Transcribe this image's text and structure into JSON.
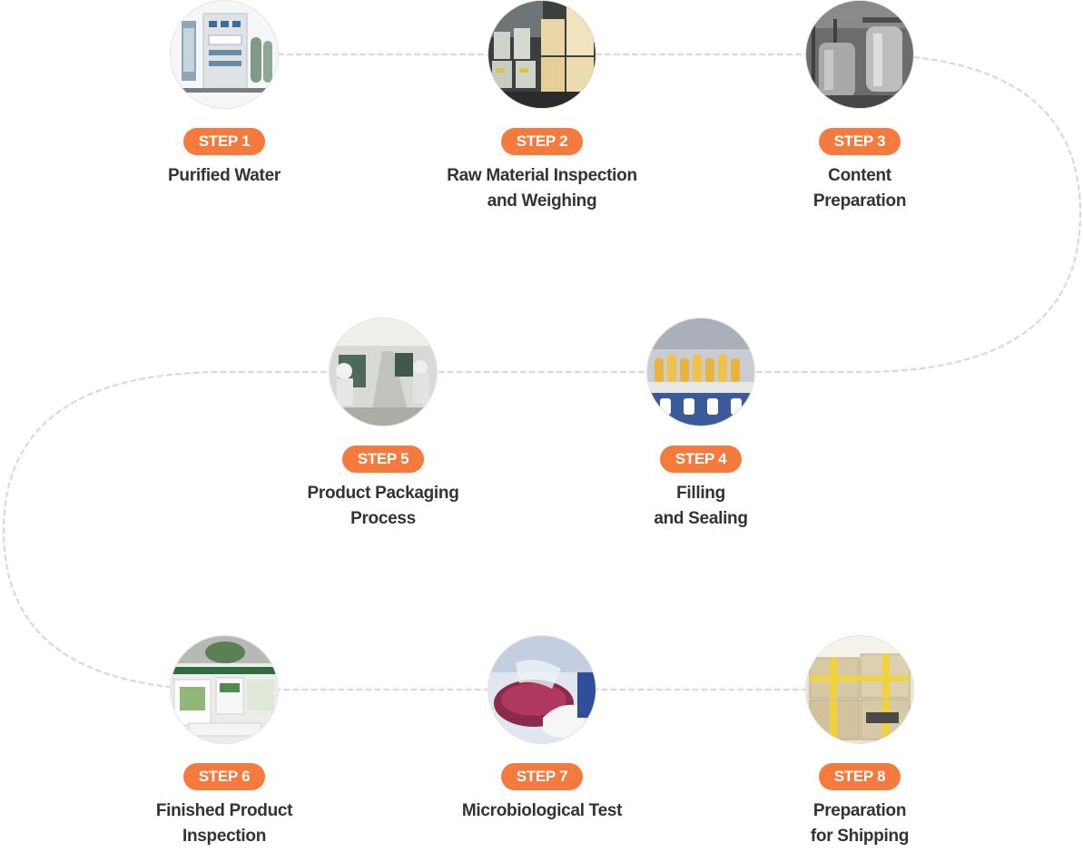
{
  "colors": {
    "badge": "#f57a3e",
    "label": "#333333",
    "connector": "#d9d9d9"
  },
  "steps": [
    {
      "badge": "STEP 1",
      "lines": [
        "Purified Water"
      ],
      "image": "water-purification-machine"
    },
    {
      "badge": "STEP 2",
      "lines": [
        "Raw Material Inspection",
        "and Weighing"
      ],
      "image": "raw-material-containers"
    },
    {
      "badge": "STEP 3",
      "lines": [
        "Content",
        "Preparation"
      ],
      "image": "mixing-tanks"
    },
    {
      "badge": "STEP 4",
      "lines": [
        "Filling",
        "and Sealing"
      ],
      "image": "bottle-filling-line"
    },
    {
      "badge": "STEP 5",
      "lines": [
        "Product Packaging",
        "Process"
      ],
      "image": "packaging-line-workers"
    },
    {
      "badge": "STEP 6",
      "lines": [
        "Finished Product",
        "Inspection"
      ],
      "image": "finished-product-boxes"
    },
    {
      "badge": "STEP 7",
      "lines": [
        "Microbiological Test"
      ],
      "image": "lab-flask"
    },
    {
      "badge": "STEP 8",
      "lines": [
        "Preparation",
        "for Shipping"
      ],
      "image": "shipping-boxes"
    }
  ]
}
